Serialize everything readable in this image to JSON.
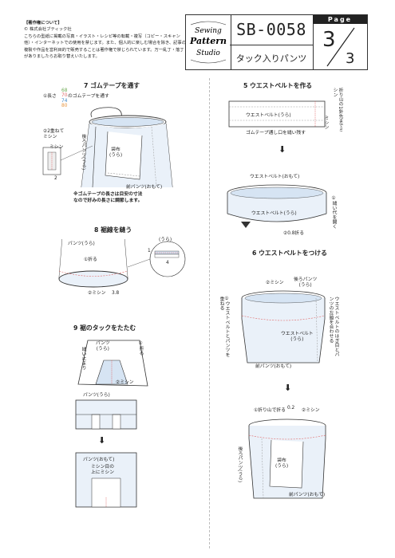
{
  "copyright": {
    "heading": "【著作権について】",
    "company": "© 株式会社ブティック社",
    "body": "こちらの型紙に掲載の写真・イラスト・レシピ等の転載・複写（コピー・スキャン他）・インターネットでの使用を禁じます。また、個人的に楽しむ場合を除き、記事の複製や作品を営利目的で販売することは著作権で禁じられています。万一乱丁・落丁がありましたらお取り替えいたします。"
  },
  "logo": {
    "line1": "Sewing",
    "line2": "Pattern",
    "line3": "Studio"
  },
  "header": {
    "code": "SB-0058",
    "title": "タック入りパンツ",
    "page_label": "Page",
    "page_num": "3",
    "page_total": "3"
  },
  "step7": {
    "title": "7 ゴムテープを通す",
    "length_prefix": "①長さ",
    "lengths": [
      {
        "value": "68",
        "color": "#6aa84f"
      },
      {
        "value": "70",
        "color": "#e06666"
      },
      {
        "value": "74",
        "color": "#3d85c6"
      },
      {
        "value": "80",
        "color": "#e69138"
      }
    ],
    "length_suffix": "のゴムテープを通す",
    "overlap": "②2重ねて\nミシン",
    "sewing": "ミシン",
    "dim": "2",
    "back_pants": "後ろパンツ(うら)",
    "pocket": "袋布\n(うら)",
    "front_pants": "前パンツ(おもて)",
    "note": "※ゴムテープの長さは目安の寸法\nなので好みの長さに調節します。"
  },
  "step8": {
    "title": "8 裾線を縫う",
    "pants_back": "パンツ(うら)",
    "fold": "①折る",
    "sew": "②ミシン",
    "dim_main": "3.8",
    "detail_label": "(うら)",
    "dim_1": "1",
    "dim_4": "4"
  },
  "step9": {
    "title": "9 裾のタックをたたむ",
    "pants_back": "パンツ\n(うら)",
    "fold": "①折る",
    "stitch_end": "縫い止まり",
    "sew": "②ミシン",
    "pants_back2": "パンツ(うら)",
    "bottom_label": "パンツ(おもて)",
    "bottom_label2": "ミシン目の\n上にミシン"
  },
  "step5": {
    "title": "5 ウエストベルトを作る",
    "belt_back": "ウエストベルト(うら)",
    "leave_open": "ゴムテープ通し口を縫い残す",
    "fold_line": "折り山の1針先までミシン",
    "sewing": "ミシン",
    "belt_front": "ウエストベルト(おもて)",
    "belt_back2": "ウエストベルト(うら)",
    "open_seam": "①縫い代を開く",
    "fold_dim": "②0.8折る"
  },
  "step6": {
    "title": "6 ウエストベルトをつける",
    "sew": "②ミシン",
    "back_pants": "後ろパンツ\n(うら)",
    "overlap": "①ウエストベルトとパンツを重ねる",
    "align": "ウエストベルトのはぎ目とパンツの左脇を合わせる",
    "belt_back": "ウエストベルト\n(うら)",
    "front_pants": "前パンツ(おもて)",
    "fold_sew": "①折り山で折る",
    "dim": "0.2",
    "sew2": "②ミシン",
    "back_pants2": "後ろパンツ(うら)",
    "pocket": "袋布\n(うら)",
    "front_pants2": "前パンツ(おもて)"
  }
}
